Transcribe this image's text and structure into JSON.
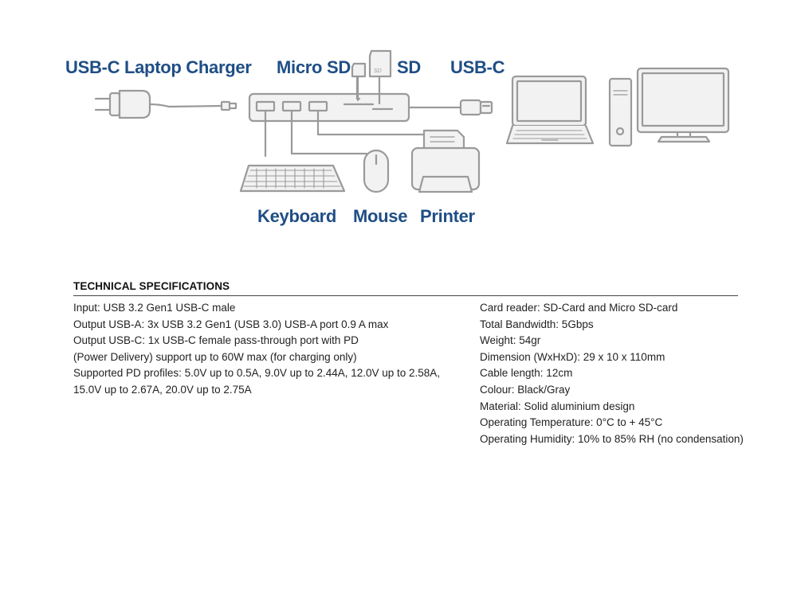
{
  "diagram": {
    "labels": {
      "charger": "USB-C Laptop Charger",
      "micro_sd": "Micro SD",
      "sd": "SD",
      "usb_c": "USB-C",
      "keyboard": "Keyboard",
      "mouse": "Mouse",
      "printer": "Printer"
    },
    "sd_card_text": "SD",
    "colors": {
      "label": "#1f4e85",
      "line": "#9a9a9a",
      "fill": "#f2f2f2"
    }
  },
  "specs": {
    "title": "TECHNICAL SPECIFICATIONS",
    "left": [
      "Input: USB 3.2 Gen1 USB-C male",
      "Output USB-A: 3x USB 3.2 Gen1 (USB 3.0) USB-A port 0.9 A max",
      "Output USB-C: 1x USB-C female pass-through port with PD",
      "(Power Delivery) support up to 60W max (for charging only)",
      "Supported PD profiles: 5.0V up to 0.5A, 9.0V up to 2.44A, 12.0V up to 2.58A,",
      "15.0V up to 2.67A, 20.0V up to 2.75A"
    ],
    "right": [
      "Card reader: SD-Card and Micro SD-card",
      "Total Bandwidth: 5Gbps",
      "Weight: 54gr",
      "Dimension (WxHxD): 29 x 10 x 110mm",
      "Cable length: 12cm",
      "Colour: Black/Gray",
      "Material: Solid aluminium design",
      "Operating Temperature: 0°C to + 45°C",
      "Operating Humidity: 10% to 85% RH (no condensation)"
    ]
  }
}
